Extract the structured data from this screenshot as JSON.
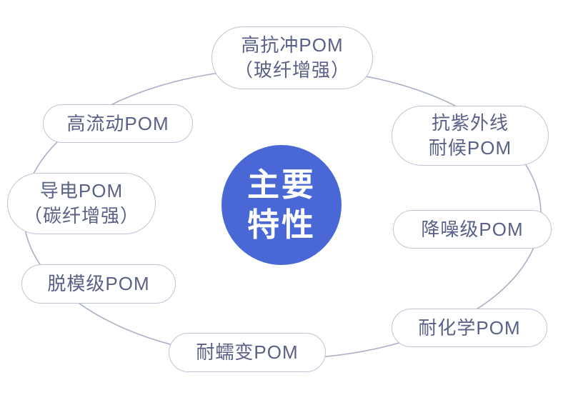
{
  "diagram": {
    "title_circle": {
      "line1": "主要",
      "line2": "特性"
    },
    "bubbles": [
      {
        "name": "high-impact-pom",
        "line1": "高抗冲POM",
        "line2": "（玻纤增强）"
      },
      {
        "name": "high-flow-pom",
        "line1": "高流动POM"
      },
      {
        "name": "uv-weather-resist-pom",
        "line1": "抗紫外线",
        "line2": "耐候POM"
      },
      {
        "name": "conductive-pom",
        "line1": "导电POM",
        "line2": "（碳纤增强）"
      },
      {
        "name": "noise-reduction-pom",
        "line1": "降噪级POM"
      },
      {
        "name": "mold-release-pom",
        "line1": "脱模级POM"
      },
      {
        "name": "chemical-resistant-pom",
        "line1": "耐化学POM"
      },
      {
        "name": "creep-resistant-pom",
        "line1": "耐蠕变POM"
      }
    ],
    "colors": {
      "background": "#ffffff",
      "center_fill": "#4a68d5",
      "center_text": "#ffffff",
      "bubble_fill": "#ffffff",
      "bubble_border": "#bfc4d4",
      "bubble_text": "#5a6187",
      "ellipse_stroke": "#a9b0c6"
    }
  }
}
